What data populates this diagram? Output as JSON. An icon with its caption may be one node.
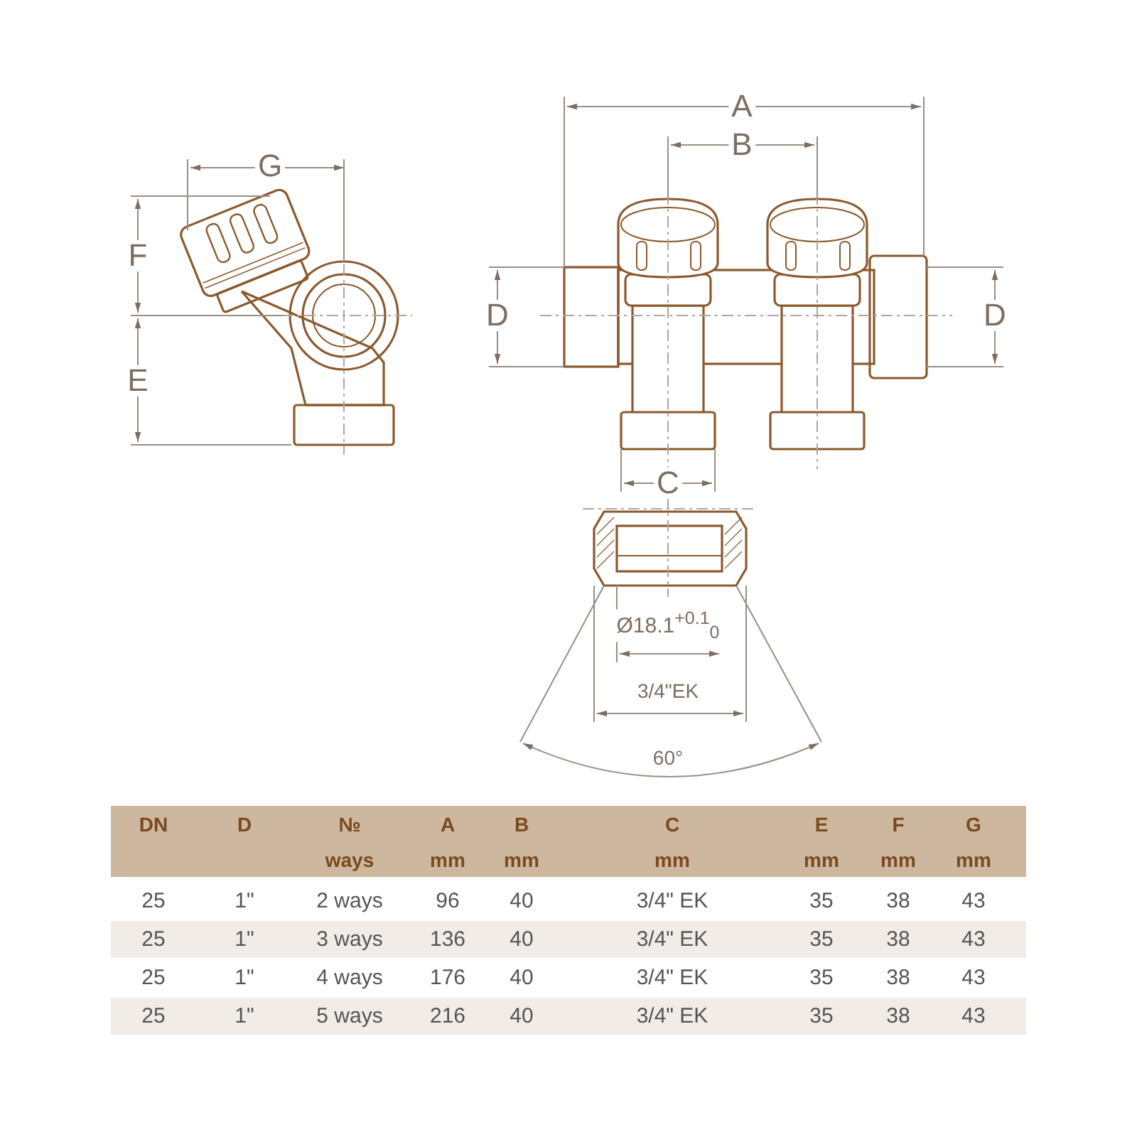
{
  "diagram": {
    "labels": [
      "A",
      "B",
      "G",
      "F",
      "D",
      "D",
      "E",
      "C",
      "Ø18.1$^{+0.1}$$_{0}$",
      "3/4\"EK",
      "60°",
      "DN",
      "D",
      "№",
      "A",
      "B",
      "C",
      "E",
      "F",
      "G",
      "ways",
      "mm",
      "mm",
      "mm",
      "mm",
      "mm",
      "mm",
      "25",
      "1\"",
      "2 ways",
      "96",
      "40",
      "3/4\" EK",
      "35",
      "38",
      "43",
      "25",
      "1\"",
      "3 ways",
      "136",
      "40",
      "3/4\" EK",
      "35",
      "38",
      "43",
      "25",
      "1\"",
      "4 ways",
      "176",
      "40",
      "3/4\" EK",
      "35",
      "38",
      "43",
      "25",
      "1\"",
      "5 ways",
      "216",
      "40",
      "3/4\" EK",
      "35",
      "38",
      "43"
    ]
  }
}
